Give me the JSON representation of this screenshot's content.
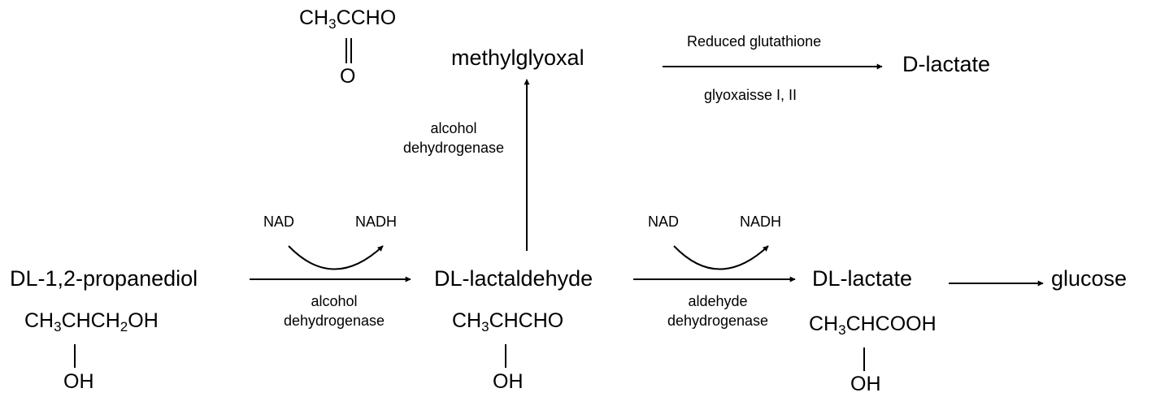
{
  "compounds": {
    "propanediol": {
      "name": "DL-1,2-propanediol",
      "formula_pre": "CH",
      "sub1": "3",
      "formula_mid": "CHCH",
      "sub2": "2",
      "formula_post": "OH",
      "branch": "OH"
    },
    "lactaldehyde": {
      "name": "DL-lactaldehyde",
      "formula_pre": "CH",
      "sub1": "3",
      "formula_post": "CHCHO",
      "branch": "OH"
    },
    "lactate": {
      "name": "DL-lactate",
      "formula_pre": "CH",
      "sub1": "3",
      "formula_post": "CHCOOH",
      "branch": "OH"
    },
    "methylglyoxal": {
      "name": "methylglyoxal",
      "formula_pre": "CH",
      "sub1": "3",
      "formula_post": "CCHO",
      "branch": "O"
    },
    "dlactate": {
      "name": "D-lactate"
    },
    "glucose": {
      "name": "glucose"
    }
  },
  "reactions": {
    "r1": {
      "cofactor_in": "NAD",
      "cofactor_out": "NADH",
      "enzyme_line1": "alcohol",
      "enzyme_line2": "dehydrogenase"
    },
    "r2": {
      "cofactor_in": "NAD",
      "cofactor_out": "NADH",
      "enzyme_line1": "aldehyde",
      "enzyme_line2": "dehydrogenase"
    },
    "r3": {
      "enzyme_line1": "alcohol",
      "enzyme_line2": "dehydrogenase"
    },
    "r4": {
      "reagent": "Reduced glutathione",
      "enzyme": "glyoxaisse I, II"
    }
  }
}
